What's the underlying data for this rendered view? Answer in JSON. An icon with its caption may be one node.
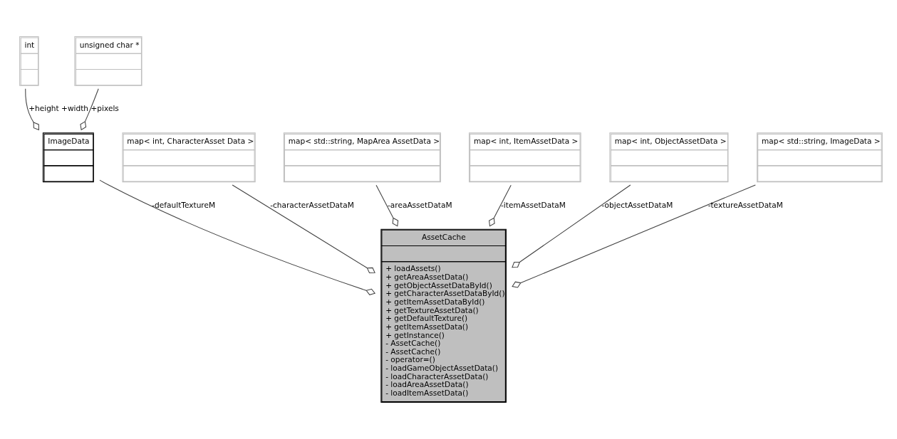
{
  "diagram": {
    "nodes": [
      {
        "text": [
          "int"
        ]
      },
      {
        "text": [
          "unsigned char *"
        ]
      },
      {
        "text": [
          "map< int, CharacterAsset Data >"
        ]
      },
      {
        "text": [
          "map< std::string, MapArea AssetData >"
        ]
      },
      {
        "text": [
          "map< int, ItemAssetData >"
        ]
      },
      {
        "text": [
          "ImageData"
        ]
      },
      {
        "text": [
          "map< int, ObjectAssetData >"
        ]
      },
      {
        "text": [
          "map< std::string, ImageData >"
        ]
      },
      {
        "text": [
          "AssetCache",
          "+ loadAssets()",
          "+ getAreaAssetData()",
          "+ getObjectAssetDataById()",
          "+ getCharacterAssetDataById()",
          "+ getItemAssetDataById()",
          "+ getTextureAssetData()",
          "+ getDefaultTexture()",
          "+ getItemAssetData()",
          "+ getInstance()",
          "- AssetCache()",
          "- AssetCache()",
          "- operator=()",
          "- loadGameObjectAssetData()",
          "- loadCharacterAssetData()",
          "- loadAreaAssetData()",
          "- loadItemAssetData()"
        ]
      }
    ],
    "edges": [
      {
        "from": 0,
        "to": 5,
        "arrow": "other",
        "label": "+height +width"
      },
      {
        "from": 1,
        "to": 5,
        "arrow": "other",
        "label": "+pixels"
      },
      {
        "from": 2,
        "to": 8,
        "arrow": "other",
        "label": "-characterAssetDataM"
      },
      {
        "from": 3,
        "to": 8,
        "arrow": "other",
        "label": "-areaAssetDataM"
      },
      {
        "from": 4,
        "to": 8,
        "arrow": "other",
        "label": "-itemAssetDataM"
      },
      {
        "from": 5,
        "to": 8,
        "arrow": "other",
        "label": "-defaultTextureM"
      },
      {
        "from": 6,
        "to": 8,
        "arrow": "other",
        "label": "-objectAssetDataM"
      },
      {
        "from": 7,
        "to": 8,
        "arrow": "other",
        "label": "-textureAssetDataM"
      }
    ]
  }
}
